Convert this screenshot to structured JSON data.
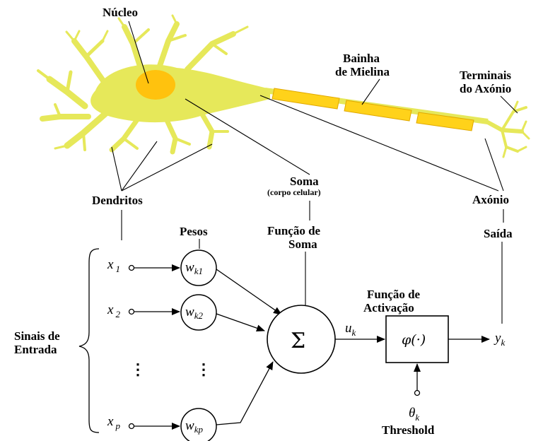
{
  "colors": {
    "cell": "#e6e85a",
    "nucleus": "#ffc20e",
    "myelin": "#ffd21a"
  },
  "neuron": {
    "nucleus_label": "Núcleo",
    "myelin_label_1": "Bainha",
    "myelin_label_2": "de Mielina",
    "terminals_label_1": "Terminais",
    "terminals_label_2": "do Axónio",
    "dendrites_label": "Dendritos",
    "soma_label": "Soma",
    "soma_sub_label": "(corpo celular)",
    "axon_label": "Axónio"
  },
  "model": {
    "weights_label": "Pesos",
    "sum_function_label_1": "Função de",
    "sum_function_label_2": "Soma",
    "output_label": "Saída",
    "activation_label_1": "Função de",
    "activation_label_2": "Activação",
    "inputs_label_1": "Sinais de",
    "inputs_label_2": "Entrada",
    "threshold_label": "Threshold",
    "sum_symbol": "Σ",
    "activation_symbol": "φ(·)",
    "inputs": [
      {
        "var": "x",
        "sub": "1"
      },
      {
        "var": "x",
        "sub": "2"
      },
      {
        "var": "x",
        "sub": "p"
      }
    ],
    "weights": [
      {
        "var": "w",
        "sub": "k1"
      },
      {
        "var": "w",
        "sub": "k2"
      },
      {
        "var": "w",
        "sub": "kp"
      }
    ],
    "sum_output": {
      "var": "u",
      "sub": "k"
    },
    "final_output": {
      "var": "y",
      "sub": "k"
    },
    "threshold_symbol": {
      "var": "θ",
      "sub": "k"
    },
    "ellipsis": "⋮"
  }
}
